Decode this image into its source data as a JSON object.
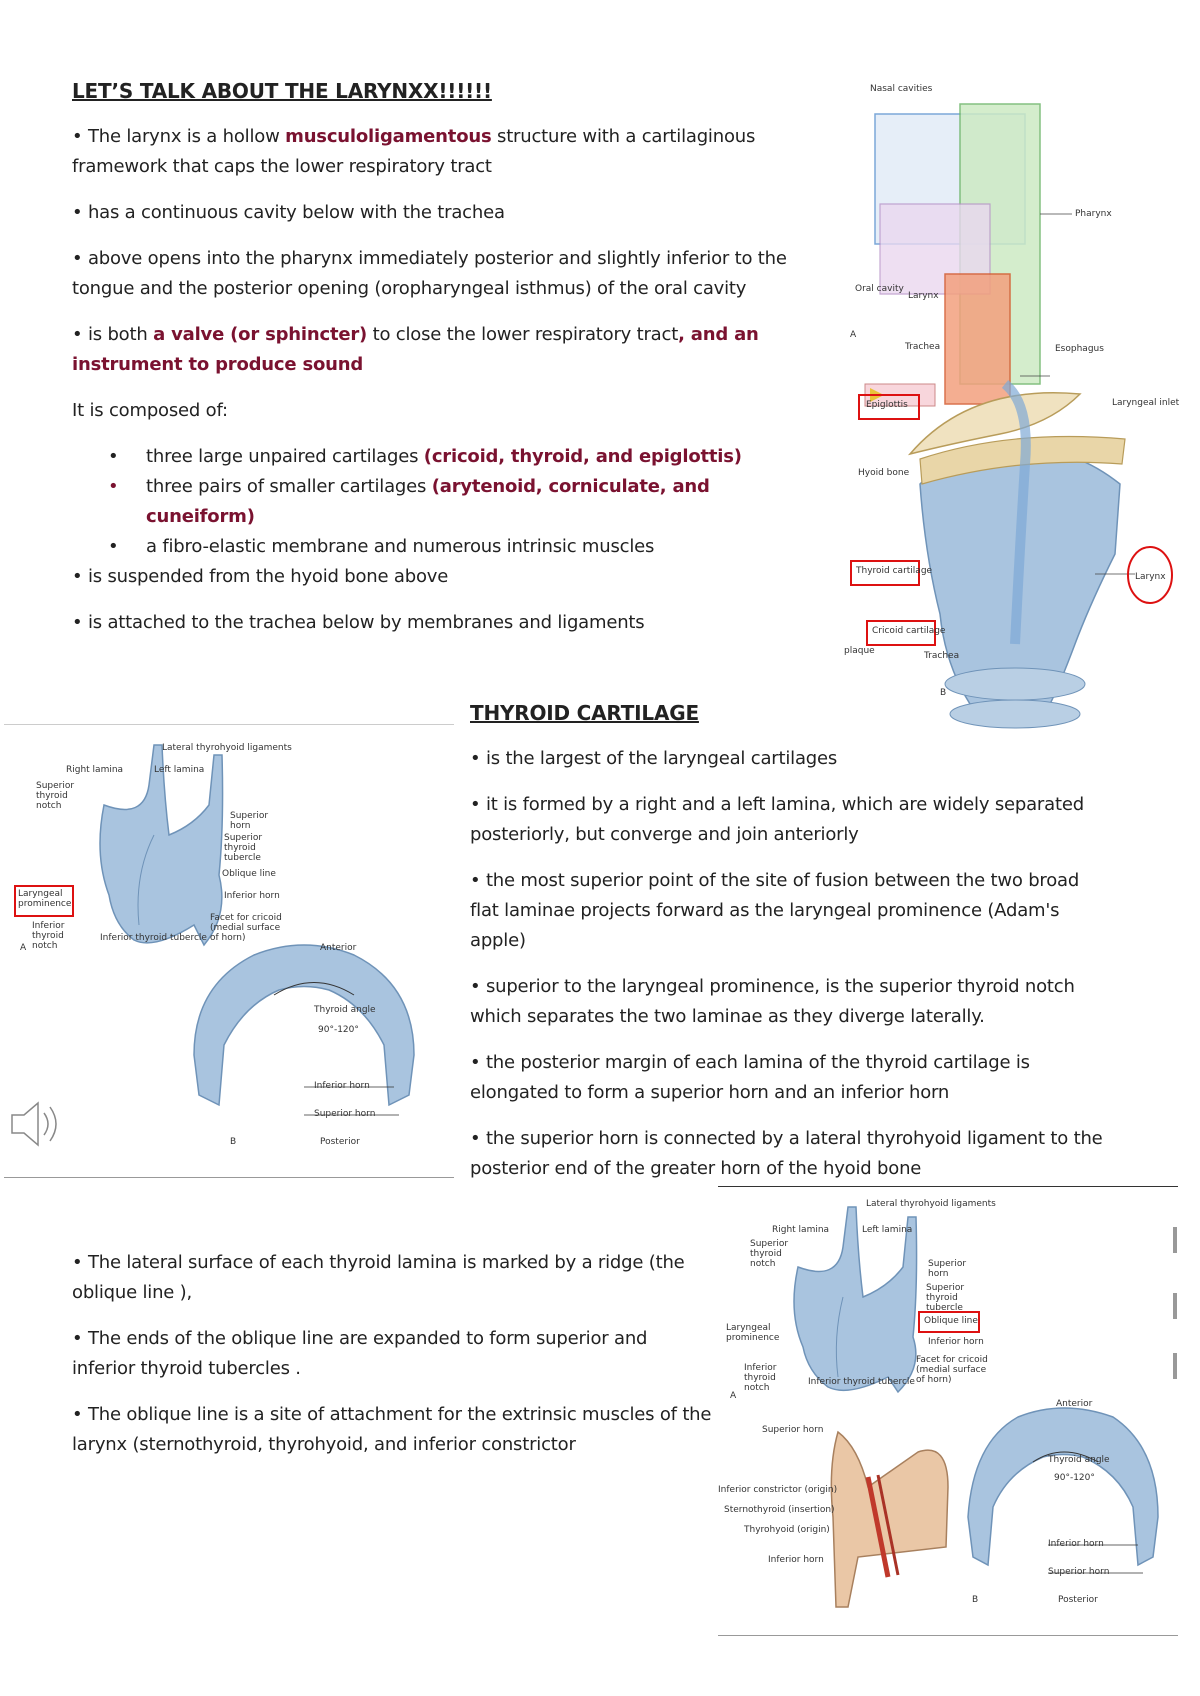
{
  "section1": {
    "title": "LET’S TALK ABOUT THE LARYNXX!!!!!!",
    "p1_a": "• The larynx is a hollow ",
    "p1_hl": "musculoligamentous",
    "p1_b": " structure with a cartilaginous framework that caps the lower respiratory tract",
    "p2": "• has a continuous cavity below with the trachea",
    "p3": "• above opens into the pharynx immediately posterior and slightly inferior to the tongue and the posterior opening (oropharyngeal isthmus) of the oral cavity",
    "p4_a": "• is both ",
    "p4_hl1": "a valve (or sphincter)",
    "p4_b": " to close the lower respiratory tract",
    "p4_hl2": ", and an instrument to produce sound",
    "composed_label": "It is composed of:",
    "list": [
      {
        "text": "three large unpaired cartilages ",
        "hl": "(cricoid, thyroid, and epiglottis)"
      },
      {
        "text": "three pairs of smaller cartilages ",
        "hl": "(arytenoid, corniculate, and cuneiform)"
      },
      {
        "text": "a fibro-elastic membrane and numerous intrinsic muscles",
        "hl": ""
      }
    ],
    "p5": "• is suspended from the hyoid bone above",
    "p6": "• is attached to the trachea below by membranes and ligaments"
  },
  "fig1": {
    "labels": {
      "nasal": "Nasal cavities",
      "pharynx": "Pharynx",
      "oral": "Oral cavity",
      "larynx_a": "Larynx",
      "trachea_a": "Trachea",
      "esophagus": "Esophagus",
      "a": "A",
      "epiglottis": "Epiglottis",
      "inlet": "Laryngeal inlet",
      "hyoid": "Hyoid bone",
      "larynx_b": "Larynx",
      "thyroid": "Thyroid cartilage",
      "cricoid": "Cricoid cartilage",
      "plaque": "plaque",
      "trachea_b": "Trachea",
      "b": "B"
    }
  },
  "section2": {
    "title": "THYROID CARTILAGE",
    "p1": "• is the largest of the laryngeal cartilages",
    "p2": "• it is formed by a right and a left lamina, which are widely separated posteriorly, but converge and join anteriorly",
    "p3": "• the most superior point of the site of fusion between the two broad flat laminae projects forward as the laryngeal prominence (Adam's apple)",
    "p4_a": "• superior to the laryngeal prominence, is the superior thyroid notch which separates the two laminae as they diverge laterally.",
    "p5": "• the posterior margin of each lamina of the thyroid cartilage is elongated to form a superior horn and an inferior horn",
    "p6": "• the superior horn is connected by a lateral thyrohyoid ligament to the posterior end of the greater horn of the hyoid bone"
  },
  "fig2": {
    "labels": {
      "lateral_lig": "Lateral thyrohyoid ligaments",
      "right_lamina": "Right lamina",
      "left_lamina": "Left lamina",
      "sup_notch": "Superior thyroid notch",
      "sup_horn": "Superior horn",
      "sup_tubercle": "Superior thyroid tubercle",
      "oblique": "Oblique line",
      "lar_prom": "Laryngeal prominence",
      "inf_horn": "Inferior horn",
      "inf_notch": "Inferior thyroid notch",
      "inf_tubercle": "Inferior thyroid tubercle",
      "facet": "Facet for cricoid (medial surface of horn)",
      "a": "A",
      "anterior": "Anterior",
      "thyroid_angle": "Thyroid angle",
      "angle_val": "90°-120°",
      "inf_horn_b": "Inferior horn",
      "sup_horn_b": "Superior horn",
      "posterior": "Posterior",
      "b": "B"
    }
  },
  "section3": {
    "p1": "• The lateral surface of each thyroid lamina is marked by a ridge (the oblique line ),",
    "p2": "• The ends of the oblique line are expanded to form superior and inferior thyroid tubercles .",
    "p3": "• The oblique line is a site of attachment for the extrinsic muscles of the larynx (sternothyroid, thyrohyoid, and inferior constrictor"
  },
  "fig3": {
    "labels": {
      "lateral_lig": "Lateral thyrohyoid ligaments",
      "right_lamina": "Right lamina",
      "left_lamina": "Left lamina",
      "sup_notch": "Superior thyroid notch",
      "sup_horn": "Superior horn",
      "sup_tubercle": "Superior thyroid tubercle",
      "oblique": "Oblique line",
      "lar_prom": "Laryngeal prominence",
      "inf_horn": "Inferior horn",
      "inf_notch": "Inferior thyroid notch",
      "inf_tubercle": "Inferior thyroid tubercle",
      "facet": "Facet for cricoid (medial surface of horn)",
      "a": "A",
      "sup_horn2": "Superior horn",
      "inf_constrictor": "Inferior constrictor (origin)",
      "sternothyroid": "Sternothyroid (insertion)",
      "thyrohyoid": "Thyrohyoid (origin)",
      "inf_horn2": "Inferior horn",
      "anterior": "Anterior",
      "thyroid_angle": "Thyroid angle",
      "angle_val": "90°-120°",
      "inf_horn_b": "Inferior horn",
      "sup_horn_b": "Superior horn",
      "posterior": "Posterior",
      "b": "B"
    }
  }
}
